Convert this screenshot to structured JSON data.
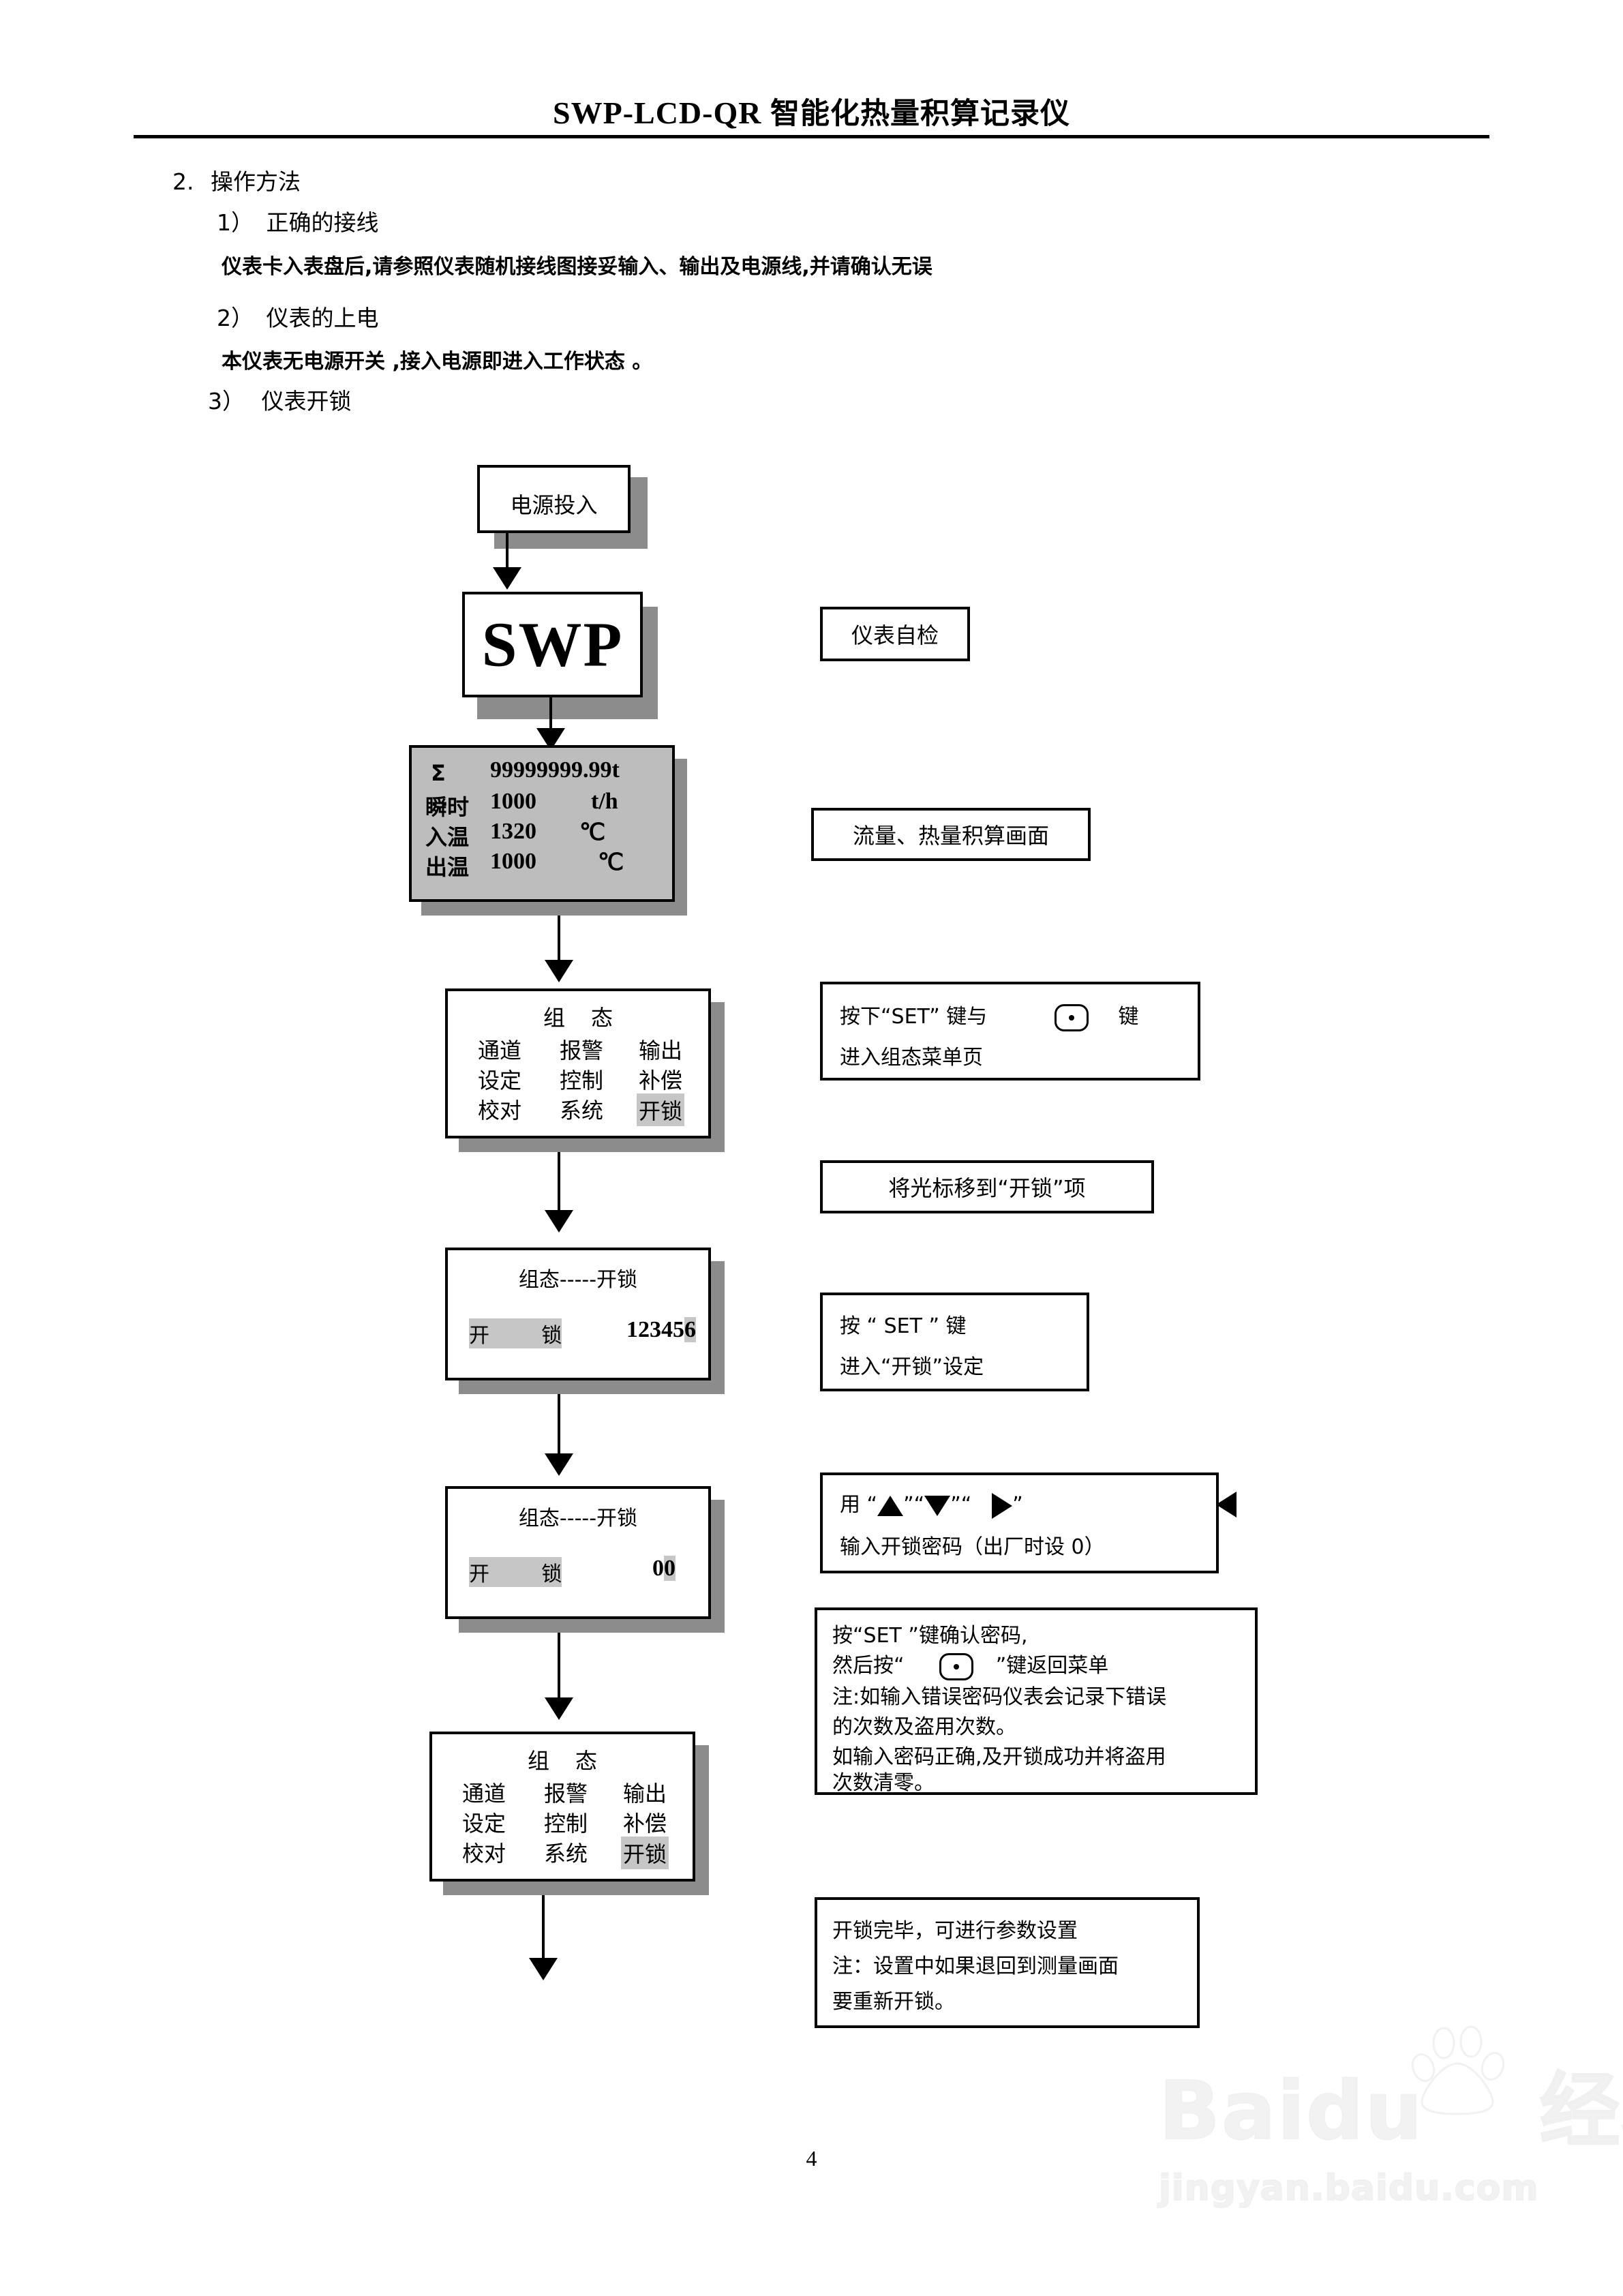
{
  "header": {
    "title_latin": "SWP-LCD-QR",
    "title_cjk": "智能化热量积算记录仪"
  },
  "body_text": {
    "section_num": "2.",
    "section_title": "操作方法",
    "item1_num": "1）",
    "item1_title": "正确的接线",
    "item1_body": "仪表卡入表盘后,请参照仪表随机接线图接妥输入、输出及电源线,并请确认无误",
    "item2_num": "2）",
    "item2_title": "仪表的上电",
    "item2_body": "本仪表无电源开关 ,接入电源即进入工作状态 。",
    "item3_num": "3）",
    "item3_title": "仪表开锁"
  },
  "flow": {
    "power_box": "电源投入",
    "swp_box": "SWP",
    "lcd": {
      "row1_label": "Σ",
      "row1_value": "99999999.99t",
      "row2_label": "瞬时",
      "row2_value": "1000",
      "row2_unit": "t/h",
      "row3_label": "入温",
      "row3_value": "1320",
      "row3_unit": "℃",
      "row4_label": "出温",
      "row4_value": "1000",
      "row4_unit": "℃"
    },
    "menu": {
      "title": "组态",
      "cells": [
        [
          "通道",
          "报警",
          "输出"
        ],
        [
          "设定",
          "控制",
          "补偿"
        ],
        [
          "校对",
          "系统",
          "开锁"
        ]
      ],
      "highlighted_cell": "开锁"
    },
    "unlock1": {
      "title": "组态-----开锁",
      "label": "开        锁",
      "value_prefix": "12345",
      "value_last": "6"
    },
    "unlock2": {
      "title": "组态-----开锁",
      "label": "开        锁",
      "value_prefix": "0",
      "value_last": "0"
    }
  },
  "annotations": {
    "self_check": "仪表自检",
    "flow_heat_screen": "流量、热量积算画面",
    "enter_menu_line1_a": "按下“SET” 键与",
    "enter_menu_line1_icon": "dot-key-icon",
    "enter_menu_line1_b": "键",
    "enter_menu_line2": "进入组态菜单页",
    "move_cursor": "将光标移到“开锁”项",
    "press_set_line1": "按 “  SET ” 键",
    "press_set_line2": "进入“开锁”设定",
    "arrows_line1_prefix": "用",
    "arrows_line1_q1": "“",
    "arrows_icon_up": "triangle-up-icon",
    "arrows_line1_q2": "”",
    "arrows_line1_q3": "“",
    "arrows_icon_down": "triangle-down-icon",
    "arrows_line1_q4": "”",
    "arrows_line1_q5": "“",
    "arrows_icon_right": "triangle-right-icon",
    "arrows_line1_q6": "”",
    "arrows_icon_left": "triangle-left-icon",
    "arrows_line2": "输入开锁密码（出厂时设 0）",
    "confirm_line1": "按“SET ”键确认密码,",
    "confirm_line2_a": "然后按“",
    "confirm_line2_icon": "dot-key-icon",
    "confirm_line2_b": "”键返回菜单",
    "confirm_line3": "注:如输入错误密码仪表会记录下错误",
    "confirm_line4": "的次数及盗用次数。",
    "confirm_line5": "如输入密码正确,及开锁成功并将盗用",
    "confirm_line6": "次数清零。",
    "done_line1": "开锁完毕，可进行参数设置",
    "done_line2": "注：设置中如果退回到测量画面",
    "done_line3": "要重新开锁。"
  },
  "footer": {
    "page_number": "4"
  },
  "watermark": {
    "brand": "Baidu",
    "brand_cjk": "经验",
    "url": "jingyan.baidu.com"
  },
  "colors": {
    "shadow": "#8c8c8c",
    "lcd_background": "#bdbdbd",
    "highlight": "#c6c6c6",
    "border": "#000000",
    "watermark": "#f2f2f2"
  }
}
